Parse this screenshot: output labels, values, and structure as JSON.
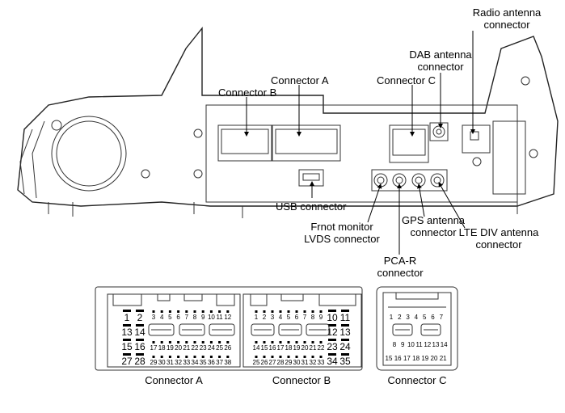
{
  "labels": {
    "connector_b": "Connector B",
    "connector_a": "Connector A",
    "connector_c": "Connector C",
    "dab": [
      "DAB antenna",
      "connector"
    ],
    "radio": [
      "Radio antenna",
      "connector"
    ],
    "usb": "USB connector",
    "front_monitor": [
      "Frnot monitor",
      "LVDS connector"
    ],
    "pca_r": [
      "PCA-R",
      "connector"
    ],
    "gps": [
      "GPS antenna",
      "connector"
    ],
    "lte": [
      "LTE DIV antenna",
      "connector"
    ]
  },
  "pinouts": {
    "a": {
      "caption": "Connector A",
      "big_rows": [
        [
          "1",
          "2"
        ],
        [
          "13",
          "14"
        ],
        [
          "15",
          "16"
        ],
        [
          "27",
          "28"
        ]
      ],
      "small_rows": [
        [
          "3",
          "4",
          "5",
          "6",
          "7",
          "8",
          "9",
          "10",
          "11",
          "12"
        ],
        [
          "17",
          "18",
          "19",
          "20",
          "21",
          "22",
          "23",
          "24",
          "25",
          "26"
        ],
        [
          "29",
          "30",
          "31",
          "32",
          "33",
          "34",
          "35",
          "36",
          "37",
          "38"
        ]
      ]
    },
    "b": {
      "caption": "Connector B",
      "big_rows": [
        [
          "10",
          "11"
        ],
        [
          "12",
          "13"
        ],
        [
          "23",
          "24"
        ],
        [
          "34",
          "35"
        ]
      ],
      "small_rows": [
        [
          "1",
          "2",
          "3",
          "4",
          "5",
          "6",
          "7",
          "8",
          "9"
        ],
        [
          "14",
          "15",
          "16",
          "17",
          "18",
          "19",
          "20",
          "21",
          "22"
        ],
        [
          "25",
          "26",
          "27",
          "28",
          "29",
          "30",
          "31",
          "32",
          "33"
        ]
      ]
    },
    "c": {
      "caption": "Connector C",
      "rows": [
        [
          "1",
          "2",
          "3",
          "4",
          "5",
          "6",
          "7"
        ],
        [
          "8",
          "9",
          "10",
          "11",
          "12",
          "13",
          "14"
        ],
        [
          "15",
          "16",
          "17",
          "18",
          "19",
          "20",
          "21"
        ]
      ]
    }
  }
}
